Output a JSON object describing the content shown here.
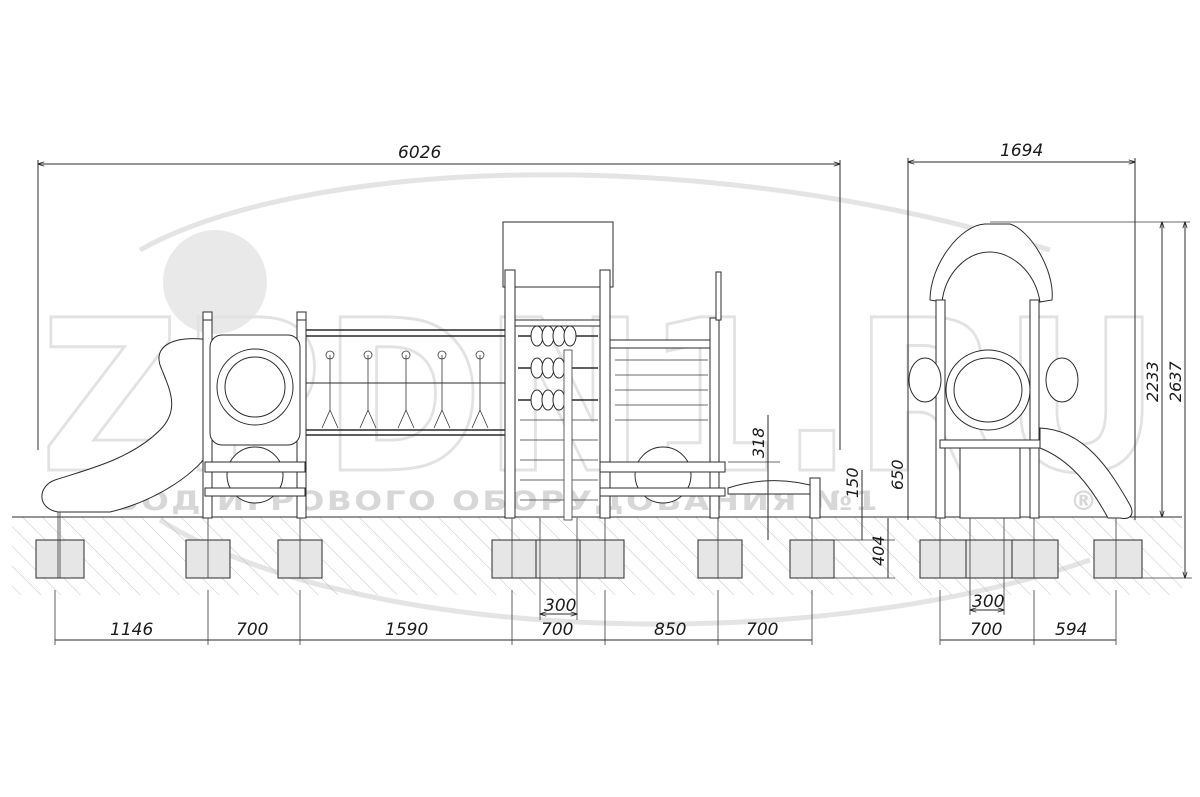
{
  "watermark": {
    "brand": "ZPDN1.RU",
    "tagline": "ЗАВОД ИГРОВОГО ОБОРУДОВАНИЯ №1",
    "reg_mark": "®"
  },
  "front_view": {
    "overall_width": "6026",
    "bottom_dimensions": [
      "1146",
      "700",
      "1590",
      "700",
      "850",
      "700"
    ],
    "sub_dimension": "300",
    "side_dimensions": [
      "318",
      "650",
      "150",
      "404"
    ]
  },
  "side_view": {
    "overall_width": "1694",
    "bottom_dimensions": [
      "700",
      "594"
    ],
    "sub_dimension": "300",
    "heights": [
      "2233",
      "2637"
    ]
  }
}
